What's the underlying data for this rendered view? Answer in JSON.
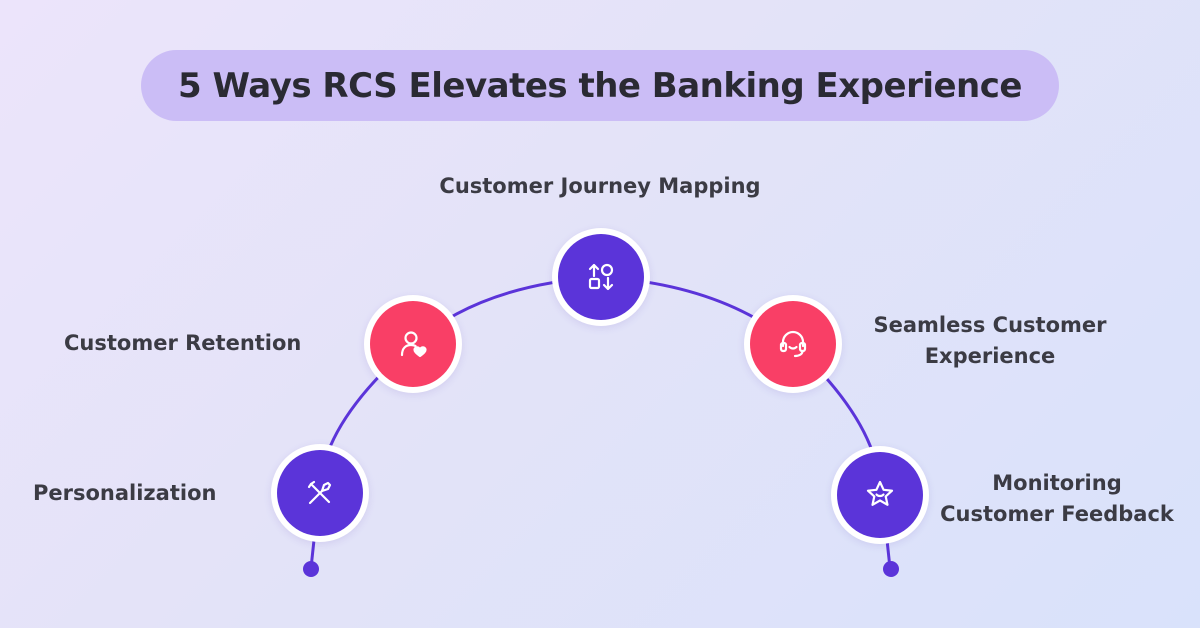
{
  "title": "5 Ways RCS Elevates the Banking Experience",
  "colors": {
    "background_start": "#ece4fb",
    "background_end": "#d9e2fb",
    "title_pill": "#cbbdf6",
    "purple": "#5b34d9",
    "pink": "#f93f66",
    "arc_line": "#5b34d9",
    "text": "#3b3b44"
  },
  "steps": [
    {
      "label": "Personalization",
      "icon": "tools-icon",
      "color": "purple"
    },
    {
      "label": "Customer Retention",
      "icon": "user-heart-icon",
      "color": "pink"
    },
    {
      "label": "Customer Journey Mapping",
      "icon": "shapes-arrows-icon",
      "color": "purple"
    },
    {
      "label_lines": [
        "Seamless Customer",
        "Experience"
      ],
      "icon": "headset-icon",
      "color": "pink"
    },
    {
      "label_lines": [
        "Monitoring",
        "Customer Feedback"
      ],
      "icon": "star-icon",
      "color": "purple"
    }
  ]
}
